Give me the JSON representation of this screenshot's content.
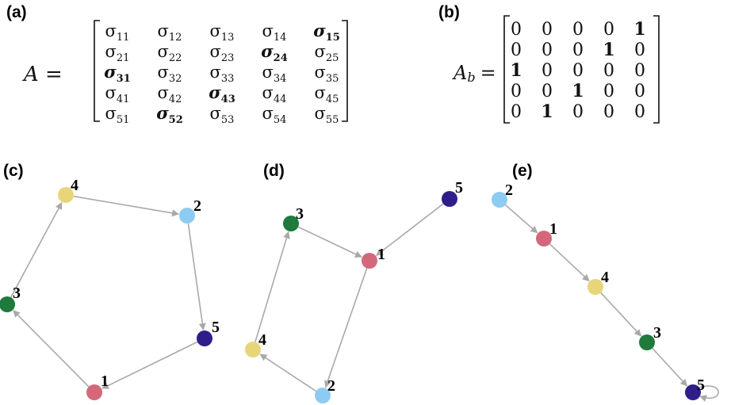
{
  "panels": {
    "a": {
      "label": "(a)",
      "lhs": "A =",
      "matrix": [
        [
          {
            "t": "σ11",
            "b": false
          },
          {
            "t": "σ12",
            "b": false
          },
          {
            "t": "σ13",
            "b": false
          },
          {
            "t": "σ14",
            "b": false
          },
          {
            "t": "σ15",
            "b": true
          }
        ],
        [
          {
            "t": "σ21",
            "b": false
          },
          {
            "t": "σ22",
            "b": false
          },
          {
            "t": "σ23",
            "b": false
          },
          {
            "t": "σ24",
            "b": true
          },
          {
            "t": "σ25",
            "b": false
          }
        ],
        [
          {
            "t": "σ31",
            "b": true
          },
          {
            "t": "σ32",
            "b": false
          },
          {
            "t": "σ33",
            "b": false
          },
          {
            "t": "σ34",
            "b": false
          },
          {
            "t": "σ35",
            "b": false
          }
        ],
        [
          {
            "t": "σ41",
            "b": false
          },
          {
            "t": "σ42",
            "b": false
          },
          {
            "t": "σ43",
            "b": true
          },
          {
            "t": "σ44",
            "b": false
          },
          {
            "t": "σ45",
            "b": false
          }
        ],
        [
          {
            "t": "σ51",
            "b": false
          },
          {
            "t": "σ52",
            "b": true
          },
          {
            "t": "σ53",
            "b": false
          },
          {
            "t": "σ54",
            "b": false
          },
          {
            "t": "σ55",
            "b": false
          }
        ]
      ]
    },
    "b": {
      "label": "(b)",
      "lhs_main": "A",
      "lhs_sub": "b",
      "lhs_eq": "=",
      "matrix": [
        [
          {
            "t": "0",
            "b": false
          },
          {
            "t": "0",
            "b": false
          },
          {
            "t": "0",
            "b": false
          },
          {
            "t": "0",
            "b": false
          },
          {
            "t": "1",
            "b": true
          }
        ],
        [
          {
            "t": "0",
            "b": false
          },
          {
            "t": "0",
            "b": false
          },
          {
            "t": "0",
            "b": false
          },
          {
            "t": "1",
            "b": true
          },
          {
            "t": "0",
            "b": false
          }
        ],
        [
          {
            "t": "1",
            "b": true
          },
          {
            "t": "0",
            "b": false
          },
          {
            "t": "0",
            "b": false
          },
          {
            "t": "0",
            "b": false
          },
          {
            "t": "0",
            "b": false
          }
        ],
        [
          {
            "t": "0",
            "b": false
          },
          {
            "t": "0",
            "b": false
          },
          {
            "t": "1",
            "b": true
          },
          {
            "t": "0",
            "b": false
          },
          {
            "t": "0",
            "b": false
          }
        ],
        [
          {
            "t": "0",
            "b": false
          },
          {
            "t": "1",
            "b": true
          },
          {
            "t": "0",
            "b": false
          },
          {
            "t": "0",
            "b": false
          },
          {
            "t": "0",
            "b": false
          }
        ]
      ]
    },
    "c": {
      "label": "(c)"
    },
    "d": {
      "label": "(d)"
    },
    "e": {
      "label": "(e)"
    }
  },
  "node_colors": {
    "1": "#d4687a",
    "2": "#8ecbf0",
    "3": "#1f7a3b",
    "4": "#e8d57a",
    "5": "#2e1e8a"
  },
  "edge_color": "#a9a9a9",
  "graphs": {
    "c": {
      "nodes": [
        "1",
        "2",
        "3",
        "4",
        "5"
      ],
      "edges": [
        [
          "1",
          "3"
        ],
        [
          "3",
          "4"
        ],
        [
          "4",
          "2"
        ],
        [
          "2",
          "5"
        ],
        [
          "5",
          "1"
        ]
      ]
    },
    "d": {
      "nodes": [
        "1",
        "2",
        "3",
        "4",
        "5"
      ],
      "edges": [
        [
          "5",
          "1"
        ],
        [
          "3",
          "1"
        ],
        [
          "1",
          "2"
        ],
        [
          "2",
          "4"
        ],
        [
          "4",
          "3"
        ]
      ]
    },
    "e": {
      "nodes": [
        "1",
        "2",
        "3",
        "4",
        "5"
      ],
      "edges": [
        [
          "2",
          "1"
        ],
        [
          "1",
          "4"
        ],
        [
          "4",
          "3"
        ],
        [
          "3",
          "5"
        ],
        [
          "5",
          "5"
        ]
      ]
    }
  }
}
